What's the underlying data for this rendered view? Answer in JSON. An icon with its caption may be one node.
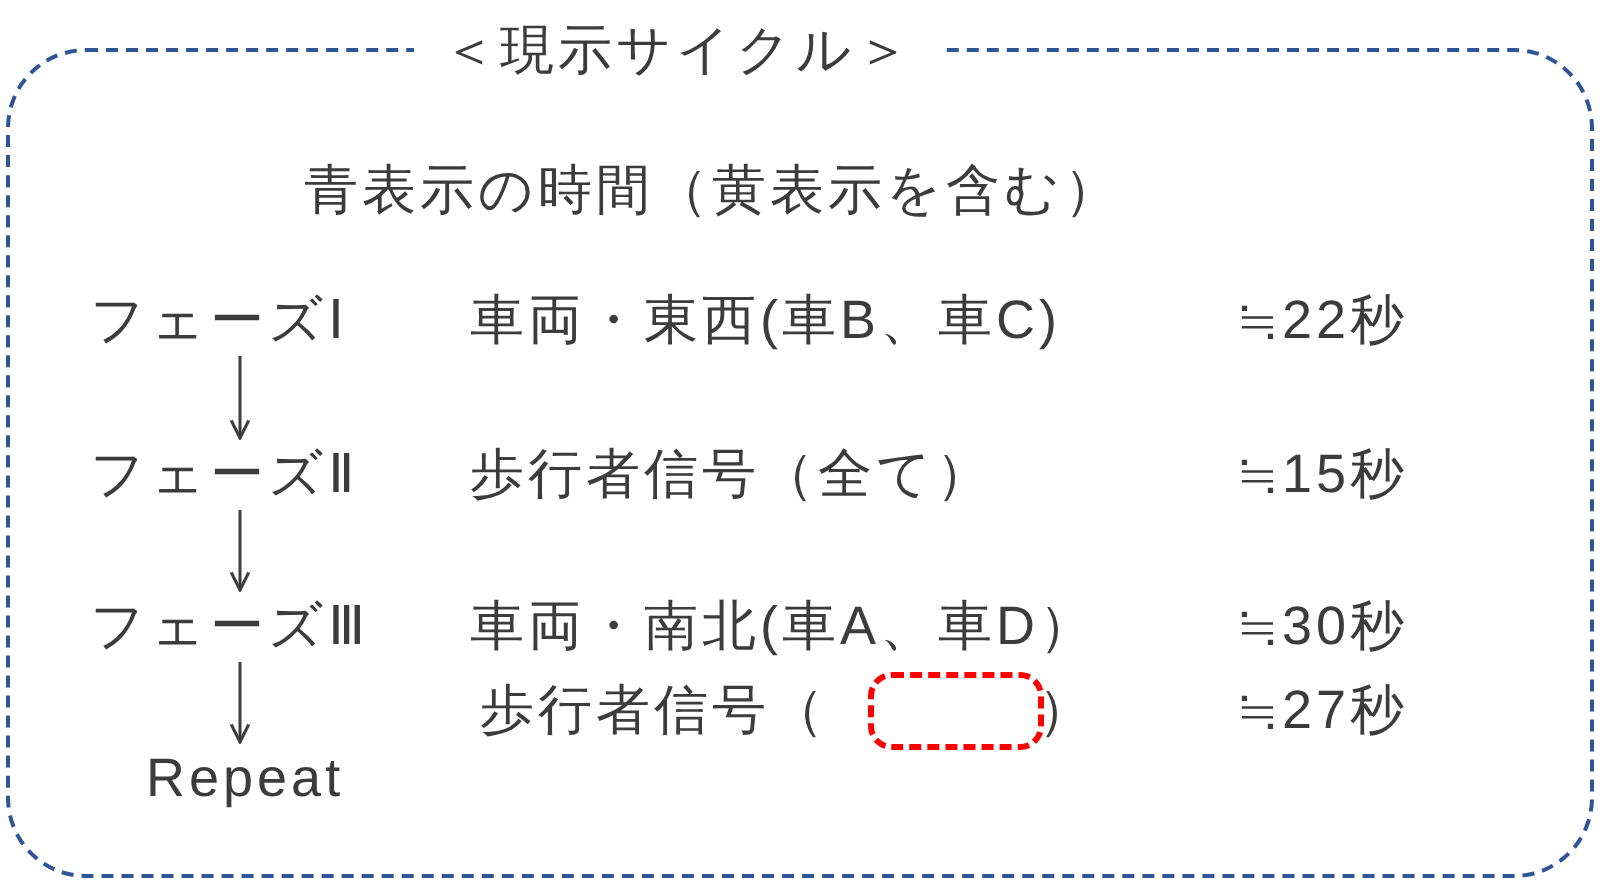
{
  "diagram": {
    "nodes": [
      {
        "text": [
          "＜現示サイクル＞"
        ]
      },
      {
        "text": [
          "フェーズⅠ"
        ],
        "in": 0
      },
      {
        "text": [
          "フェーズⅡ"
        ],
        "in": 0
      },
      {
        "text": [
          "フェーズⅢ"
        ],
        "in": 0
      },
      {
        "text": [
          "Repeat"
        ],
        "in": 0
      }
    ],
    "edges": [
      {
        "from": 1,
        "to": 2,
        "arrow": "to"
      },
      {
        "from": 2,
        "to": 3,
        "arrow": "to"
      },
      {
        "from": 3,
        "to": 4,
        "arrow": "to"
      }
    ],
    "labels": [
      "青表示の時間（黄表示を含む）",
      "車両・東西(車B、車C)",
      "≒22秒",
      "歩行者信号（全て）",
      "≒15秒",
      "車両・南北(車A、車D）",
      "≒30秒",
      "歩行者信号（",
      "）",
      "≒27秒"
    ]
  }
}
